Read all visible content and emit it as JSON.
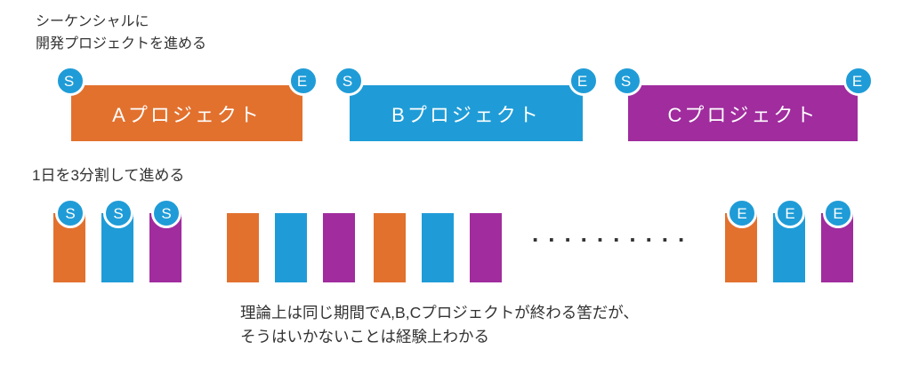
{
  "colors": {
    "orange": "#E2712E",
    "blue": "#1F9CD7",
    "purple": "#A02C9E",
    "badge": "#1F9CD7",
    "text": "#333333",
    "background": "#FFFFFF"
  },
  "sections": {
    "sequential": {
      "label_line1": "シーケンシャルに",
      "label_line2": "開発プロジェクトを進める",
      "start_label": "S",
      "end_label": "E",
      "projects": [
        {
          "label": "Aプロジェクト",
          "color": "#E2712E"
        },
        {
          "label": "Bプロジェクト",
          "color": "#1F9CD7"
        },
        {
          "label": "Cプロジェクト",
          "color": "#A02C9E"
        }
      ]
    },
    "divided": {
      "label": "1日を3分割して進める",
      "start_label": "S",
      "end_label": "E",
      "group_colors": [
        "#E2712E",
        "#1F9CD7",
        "#A02C9E"
      ],
      "dots": ".........."
    }
  },
  "note": {
    "line1": "理論上は同じ期間でA,B,Cプロジェクトが終わる筈だが、",
    "line2": "そうはいかないことは経験上わかる"
  }
}
